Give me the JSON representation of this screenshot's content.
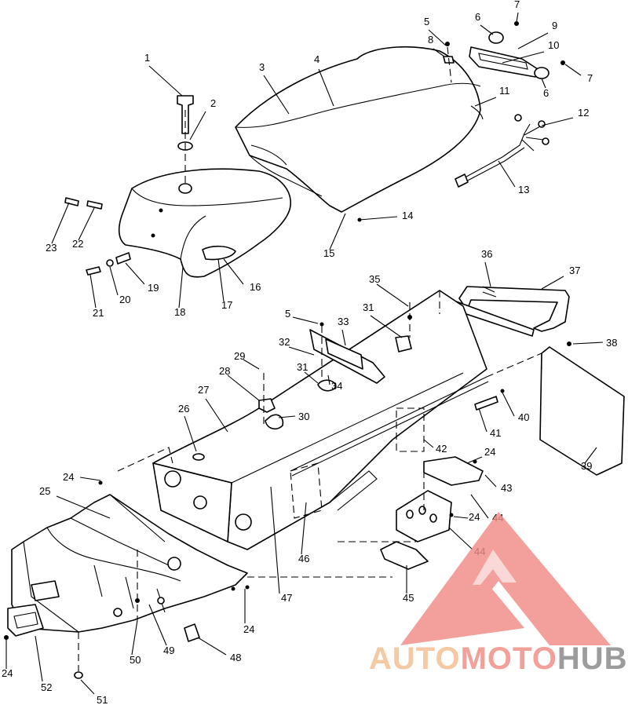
{
  "callouts": [
    {
      "label": "1"
    },
    {
      "label": "2"
    },
    {
      "label": "3"
    },
    {
      "label": "4"
    },
    {
      "label": "5"
    },
    {
      "label": "6"
    },
    {
      "label": "7"
    },
    {
      "label": "8"
    },
    {
      "label": "9"
    },
    {
      "label": "10"
    },
    {
      "label": "7"
    },
    {
      "label": "6"
    },
    {
      "label": "11"
    },
    {
      "label": "12"
    },
    {
      "label": "13"
    },
    {
      "label": "14"
    },
    {
      "label": "15"
    },
    {
      "label": "16"
    },
    {
      "label": "17"
    },
    {
      "label": "18"
    },
    {
      "label": "19"
    },
    {
      "label": "20"
    },
    {
      "label": "21"
    },
    {
      "label": "22"
    },
    {
      "label": "23"
    },
    {
      "label": "35"
    },
    {
      "label": "36"
    },
    {
      "label": "37"
    },
    {
      "label": "5"
    },
    {
      "label": "31"
    },
    {
      "label": "33"
    },
    {
      "label": "32"
    },
    {
      "label": "38"
    },
    {
      "label": "29"
    },
    {
      "label": "31"
    },
    {
      "label": "34"
    },
    {
      "label": "28"
    },
    {
      "label": "30"
    },
    {
      "label": "26"
    },
    {
      "label": "27"
    },
    {
      "label": "40"
    },
    {
      "label": "41"
    },
    {
      "label": "42"
    },
    {
      "label": "24"
    },
    {
      "label": "39"
    },
    {
      "label": "24"
    },
    {
      "label": "43"
    },
    {
      "label": "25"
    },
    {
      "label": "24"
    },
    {
      "label": "44"
    },
    {
      "label": "44"
    },
    {
      "label": "46"
    },
    {
      "label": "47"
    },
    {
      "label": "45"
    },
    {
      "label": "24"
    },
    {
      "label": "50"
    },
    {
      "label": "49"
    },
    {
      "label": "48"
    },
    {
      "label": "24"
    },
    {
      "label": "52"
    },
    {
      "label": "51"
    }
  ],
  "watermark": {
    "part1": "AUTO",
    "part2": "MOTO",
    "part3": "HUB",
    "colors": {
      "auto": "#f4c9a3",
      "moto": "#f2a09a",
      "hub": "#9c9c9c",
      "triangle": "#f08a86"
    }
  }
}
